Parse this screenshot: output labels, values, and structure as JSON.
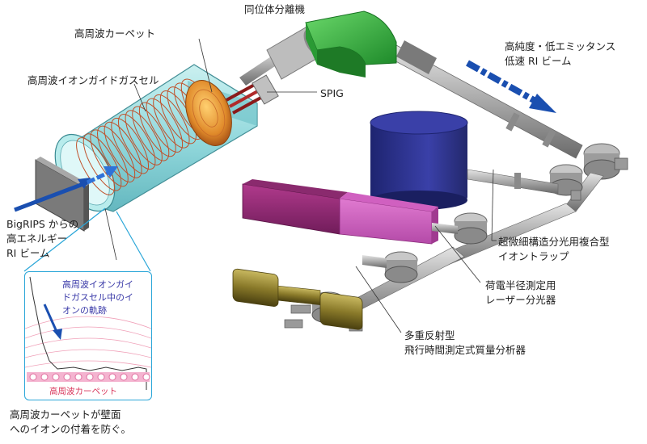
{
  "labels": {
    "isotope_separator": "同位体分離機",
    "rf_carpet": "高周波カーペット",
    "rf_gas_cell": "高周波イオンガイドガスセル",
    "spig": "SPIG",
    "low_energy_beam": [
      "高純度・低エミッタンス",
      "低速 RI ビーム"
    ],
    "bigrips_beam": [
      "BigRIPS からの",
      "高エネルギー",
      "RI ビーム"
    ],
    "ion_trap": [
      "超微細構造分光用複合型",
      "イオントラップ"
    ],
    "laser_spectrometer": [
      "荷電半径測定用",
      "レーザー分光器"
    ],
    "mrtof": [
      "多重反射型",
      "飛行時間測定式質量分析器"
    ],
    "caption": [
      "高周波カーペットが壁面",
      "へのイオンの付着を防ぐ。"
    ]
  },
  "inset": {
    "trajectory_text": [
      "高周波イオンガイ",
      "ドガスセル中のイ",
      "オンの軌跡"
    ],
    "carpet_label": "高周波カーペット"
  },
  "colors": {
    "gas_cell": "#8fd8dc",
    "magnet": "#3fb84a",
    "trap_magnet": "#2a2f8c",
    "laser": "#b0409c",
    "mrtof": "#8a7a2a",
    "beam_arrow": "#1a4fb0",
    "coil": "#c0502a",
    "inset_border": "#2aa6d8"
  }
}
